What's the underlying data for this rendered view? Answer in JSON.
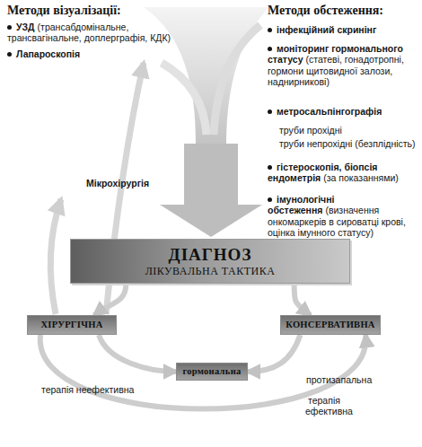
{
  "diagram": {
    "nodes": [
      {
        "text": [
          "ДІАГНОЗ",
          "ЛІКУВАЛЬНА ТАКТИКА"
        ]
      },
      {
        "text": [
          "ХІРУРГІЧНА"
        ]
      },
      {
        "text": [
          "КОНСЕРВАТИВНА"
        ]
      },
      {
        "text": [
          "гормональна"
        ]
      }
    ],
    "edges": [
      {
        "from": 0,
        "to": 1,
        "arrow": "to"
      },
      {
        "from": 0,
        "to": 2,
        "arrow": "to"
      },
      {
        "from": 1,
        "to": 3,
        "arrow": "to"
      },
      {
        "from": 2,
        "to": 3,
        "arrow": "to"
      },
      {
        "from": 1,
        "to": 2,
        "label": "терапія неефективна",
        "arrow": "to"
      }
    ],
    "labels": [
      "Методи візуалізації:",
      "УЗД",
      "(трансабдомінальне, трансвагінальне, доплерграфія, КДК)",
      "Лапароскопія",
      "Методи обстеження:",
      "інфекційний скринінг",
      "моніторинг гормонального статусу",
      "(статеві, гонадотропні, гормони щитовидної залози, наднирникові)",
      "метросальпінгографія",
      "труби прохідні",
      "труби непрохідні (безплідність)",
      "гістероскопія, біопсія ендометрія",
      "(за показаннями)",
      "імунологічні обстеження",
      "(визначення онкомаркерів в сироватці крові, оцінка імунного статусу)",
      "Мікрохірургія",
      "протизапальна",
      "терапія ефективна"
    ]
  }
}
